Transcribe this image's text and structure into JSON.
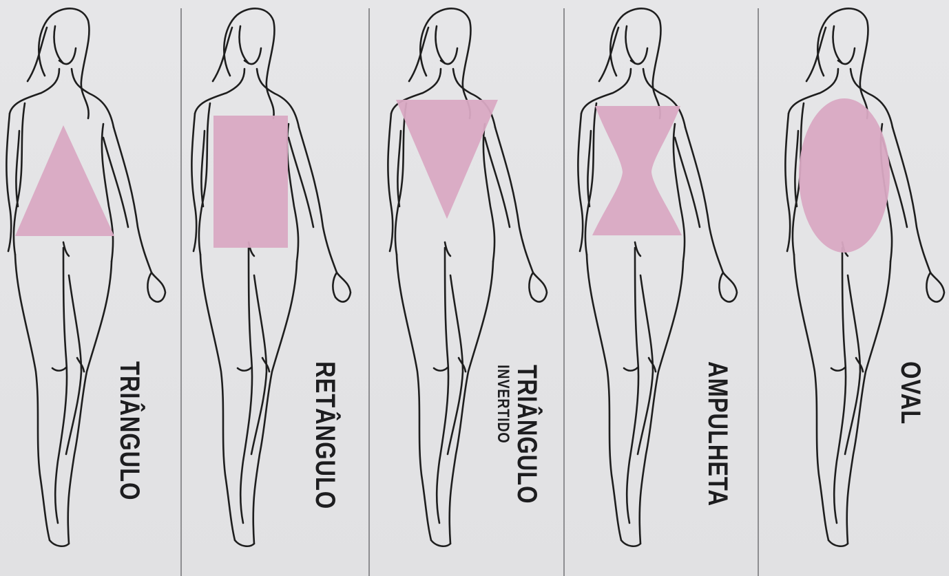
{
  "colors": {
    "background": "#e3e3e5",
    "shape_fill": "#d9a9c3",
    "line": "#1e1e1e",
    "divider": "#8d8d90"
  },
  "body_types": [
    {
      "id": "triangle",
      "label_line1": "TRIÂNGULO",
      "label_line2": "",
      "shape": "triangle"
    },
    {
      "id": "rectangle",
      "label_line1": "RETÂNGULO",
      "label_line2": "",
      "shape": "rectangle"
    },
    {
      "id": "inverted-triangle",
      "label_line1": "TRIÂNGULO",
      "label_line2": "INVERTIDO",
      "shape": "inverted-triangle"
    },
    {
      "id": "hourglass",
      "label_line1": "AMPULHETA",
      "label_line2": "",
      "shape": "hourglass"
    },
    {
      "id": "oval",
      "label_line1": "OVAL",
      "label_line2": "",
      "shape": "oval"
    }
  ]
}
